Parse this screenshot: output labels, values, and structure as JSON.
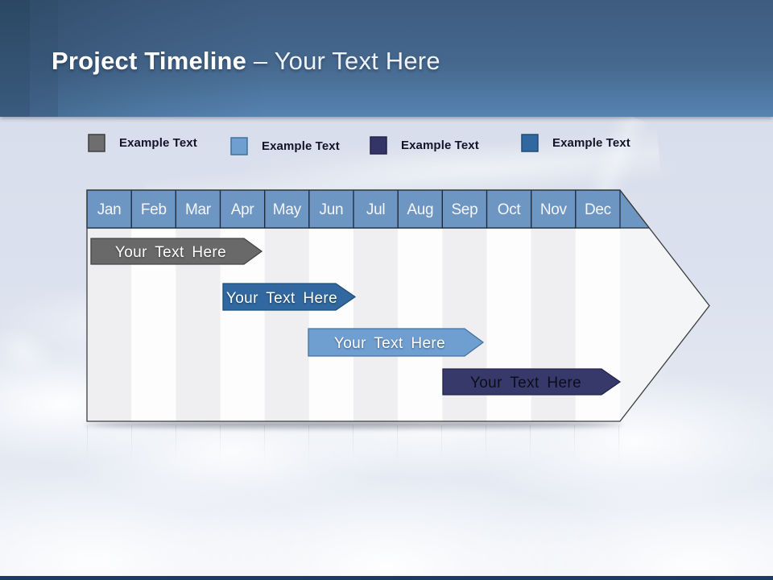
{
  "header": {
    "title_bold": "Project Timeline",
    "title_rest": " – Your Text Here"
  },
  "legend": {
    "items": [
      {
        "label": "Example Text",
        "color": "#6e6e6e",
        "border": "#3f3f3f"
      },
      {
        "label": "Example Text",
        "color": "#6f9ed1",
        "border": "#41719c"
      },
      {
        "label": "Example Text",
        "color": "#333566",
        "border": "#222448"
      },
      {
        "label": "Example Text",
        "color": "#31689f",
        "border": "#1f4e79"
      }
    ]
  },
  "timeline": {
    "type": "gantt",
    "months": [
      "Jan",
      "Feb",
      "Mar",
      "Apr",
      "May",
      "Jun",
      "Jul",
      "Aug",
      "Sep",
      "Oct",
      "Nov",
      "Dec"
    ],
    "header_color": "#6e96c2",
    "header_border": "#1d2c3d",
    "bars": [
      {
        "label": "Your Text Here",
        "start": "Jan",
        "end": "Apr",
        "color": "#696969",
        "border": "#454545",
        "text_color": "#ffffff"
      },
      {
        "label": "Your Text Here",
        "start": "Apr",
        "end": "Jun",
        "color": "#30689f",
        "border": "#1e4e79",
        "text_color": "#ffffff"
      },
      {
        "label": "Your Text Here",
        "start": "Jun",
        "end": "Sep",
        "color": "#6f9ed1",
        "border": "#44729f",
        "text_color": "#ffffff"
      },
      {
        "label": "Your Text Here",
        "start": "Sep",
        "end": "Dec",
        "color": "#37396b",
        "border": "#222448",
        "text_color": "#0d0d1a"
      }
    ]
  }
}
